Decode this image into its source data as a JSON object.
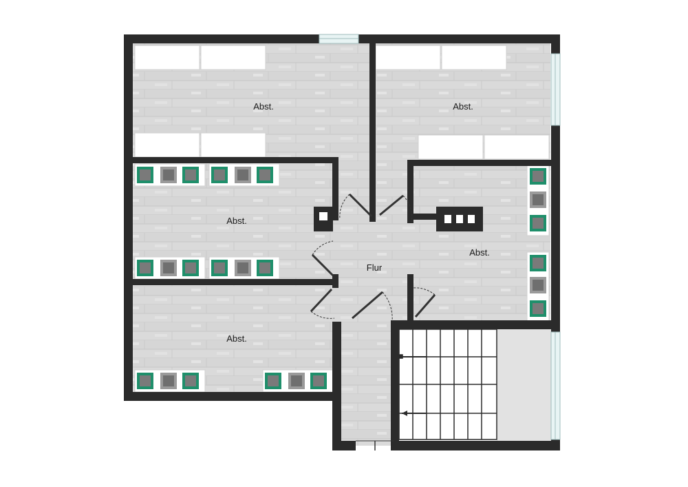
{
  "rooms": {
    "abst_top_left": "Abst.",
    "abst_top_right": "Abst.",
    "abst_mid_left": "Abst.",
    "abst_mid_right": "Abst.",
    "abst_bottom_left": "Abst.",
    "flur": "Flur"
  },
  "colors": {
    "wall": "#2b2b2b",
    "floor": "#d9d9d9",
    "plank_line": "#c9c9c9",
    "shelf": "#ffffff",
    "window": "#cfe8e8",
    "box_green": "#1f8f6b",
    "box_gray": "#8a8a8a"
  }
}
